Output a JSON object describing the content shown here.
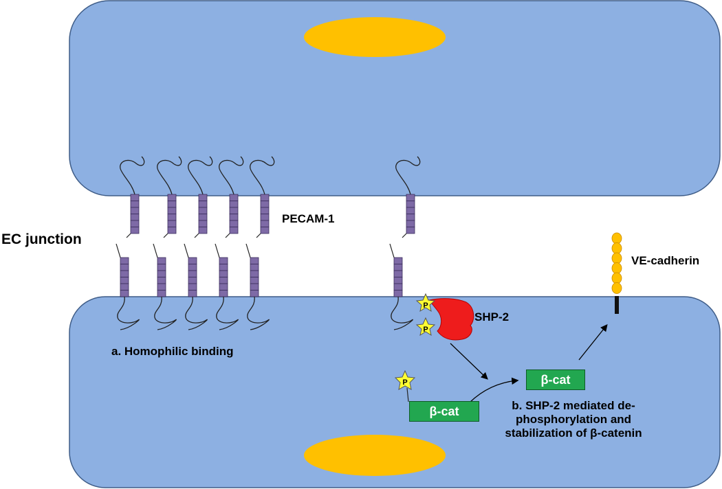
{
  "labels": {
    "ec_junction": "EC junction",
    "pecam": "PECAM-1",
    "ve_cadherin": "VE-cadherin",
    "shp2": "SHP-2",
    "homophilic": "a. Homophilic binding",
    "shp2_mediated": "b. SHP-2 mediated de-phosphorylation and stabilization of β-catenin",
    "bcat_phospho": "β-cat",
    "bcat_stable": "β-cat",
    "phospho_mark": "P"
  },
  "colors": {
    "cell": "#8db0e2",
    "cell_border": "#3e5c87",
    "nucleus": "#ffc000",
    "pecam_domain": "#7e6aa6",
    "pecam_border": "#3b2d5c",
    "shp2": "#ee1c1c",
    "phospho_star": "#ffff33",
    "ve_cadherin": "#ffc000",
    "beta_catenin": "#22a750"
  }
}
